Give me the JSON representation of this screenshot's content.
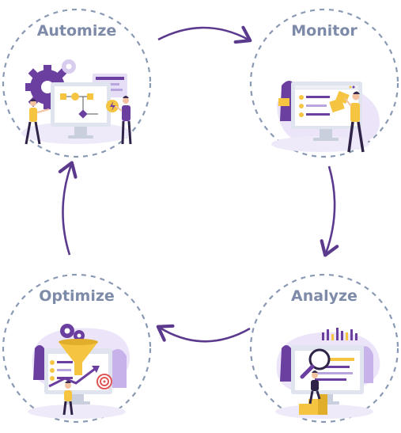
{
  "stages": [
    {
      "key": "automize",
      "label": "Automize"
    },
    {
      "key": "monitor",
      "label": "Monitor"
    },
    {
      "key": "analyze",
      "label": "Analyze"
    },
    {
      "key": "optimize",
      "label": "Optimize"
    }
  ],
  "colors": {
    "circle_dash": "#8a99b3",
    "arrow": "#5b3a8e",
    "label": "#7d8aa8",
    "purple": "#6b3fa0",
    "lavender": "#e7defa",
    "yellow": "#f5c542",
    "monitor_frame": "#dfe4ee"
  },
  "icons": [
    "gear-icon",
    "flowchart-icon",
    "magnifier-icon",
    "funnel-icon",
    "target-icon",
    "bar-chart-icon",
    "growth-arrow-icon"
  ]
}
